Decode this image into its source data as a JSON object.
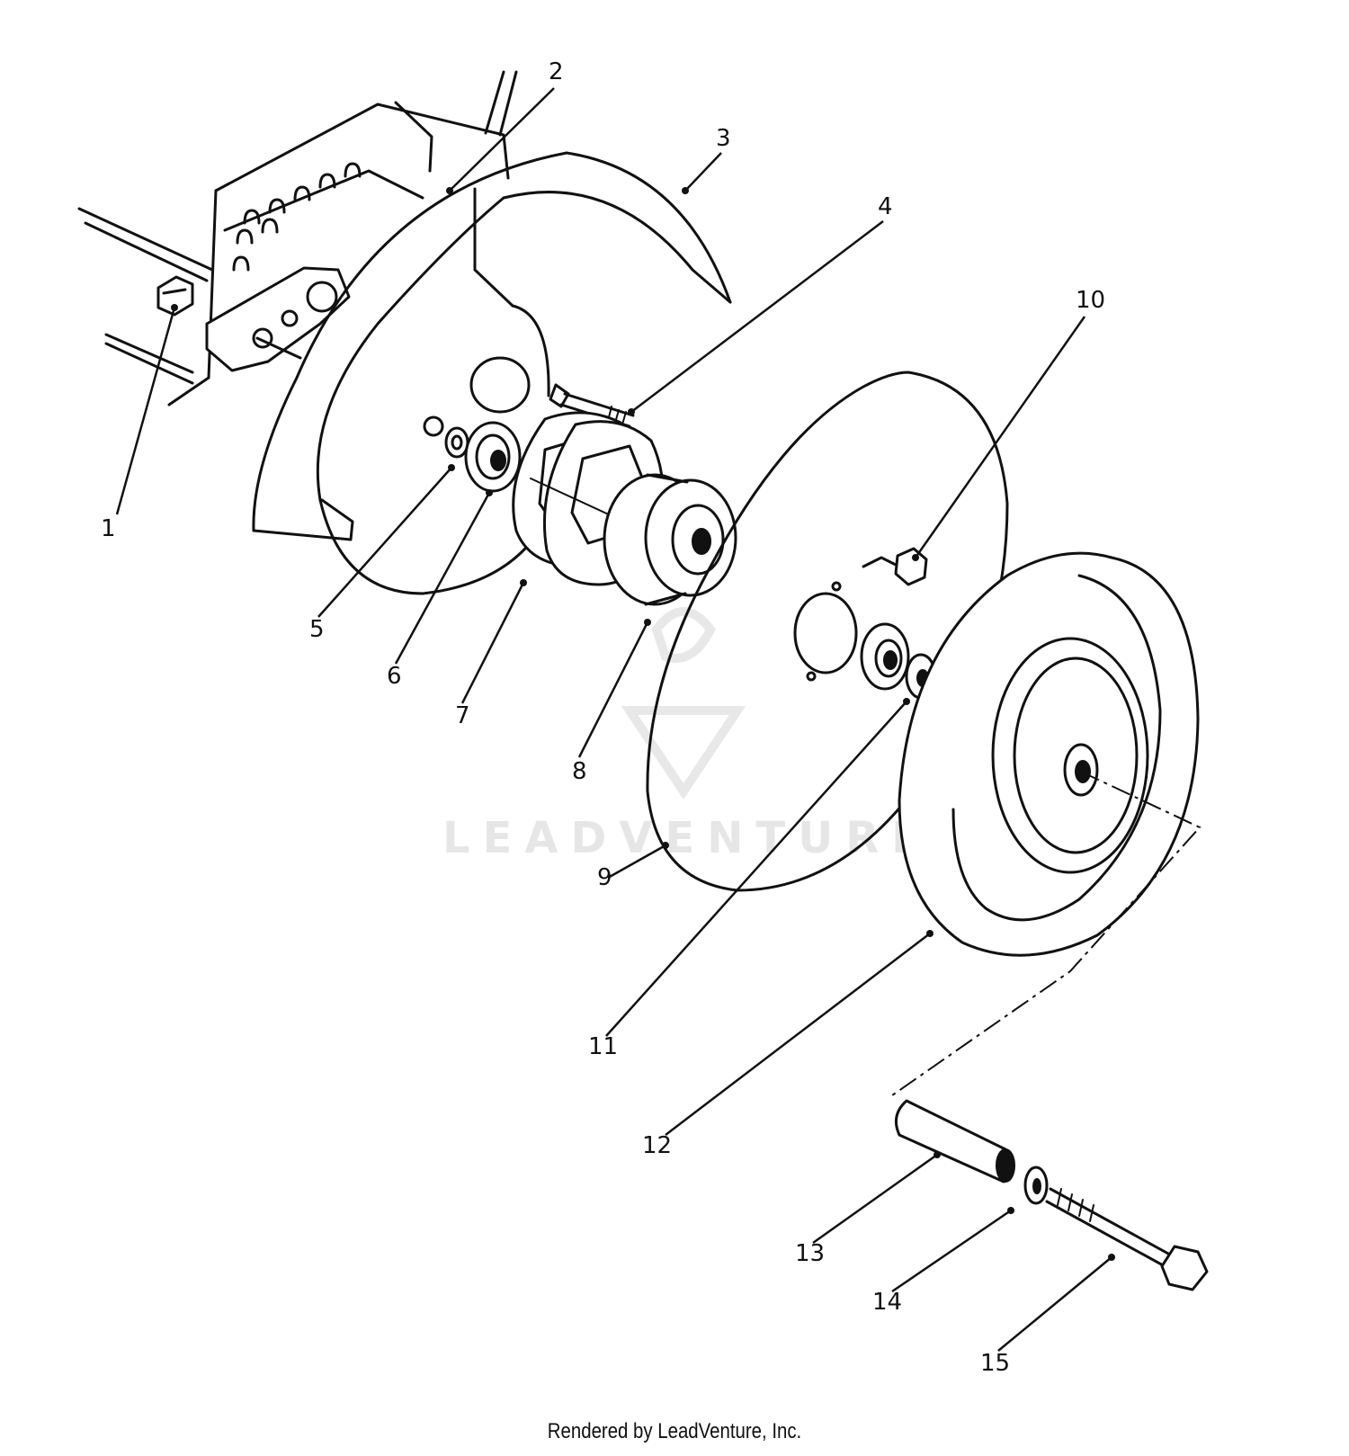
{
  "callouts": [
    "1",
    "2",
    "3",
    "4",
    "5",
    "6",
    "7",
    "8",
    "9",
    "10",
    "11",
    "12",
    "13",
    "14",
    "15"
  ],
  "watermark": "LEADVENTURE",
  "footer": "Rendered by LeadVenture, Inc."
}
